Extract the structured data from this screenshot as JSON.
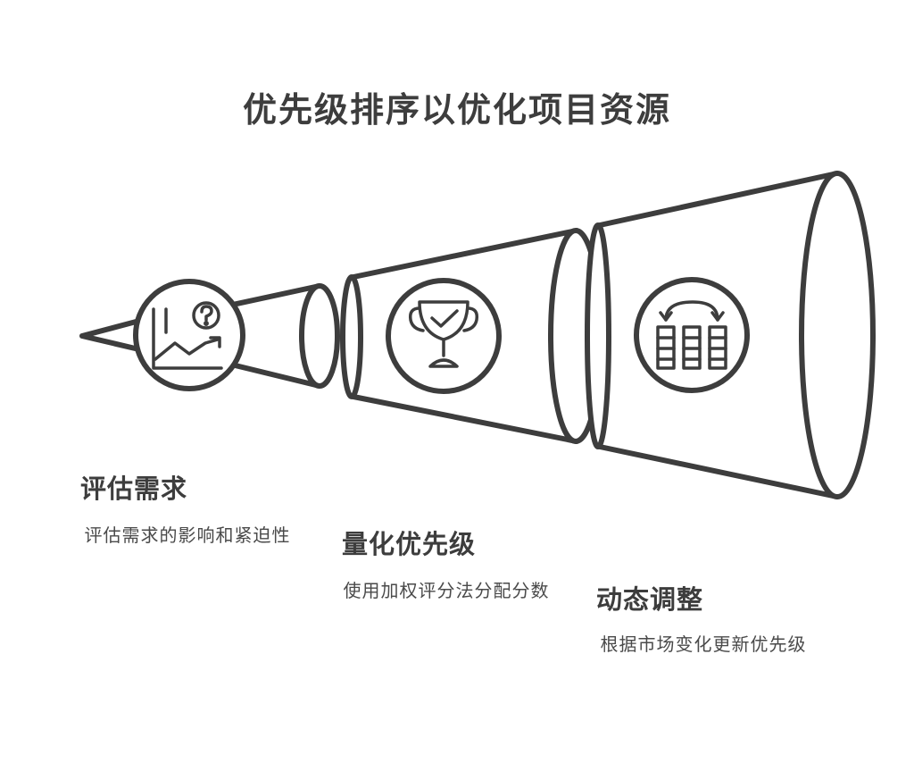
{
  "title": "优先级排序以优化项目资源",
  "stages": [
    {
      "heading": "评估需求",
      "description": "评估需求的影响和紧迫性",
      "icon": "chart-question-icon"
    },
    {
      "heading": "量化优先级",
      "description": "使用加权评分法分配分数",
      "icon": "trophy-icon"
    },
    {
      "heading": "动态调整",
      "description": "根据市场变化更新优先级",
      "icon": "rearrange-columns-icon"
    }
  ],
  "colors": {
    "stroke": "#3d3d3d",
    "fill": "#ffffff",
    "text": "#3d3d3d"
  }
}
